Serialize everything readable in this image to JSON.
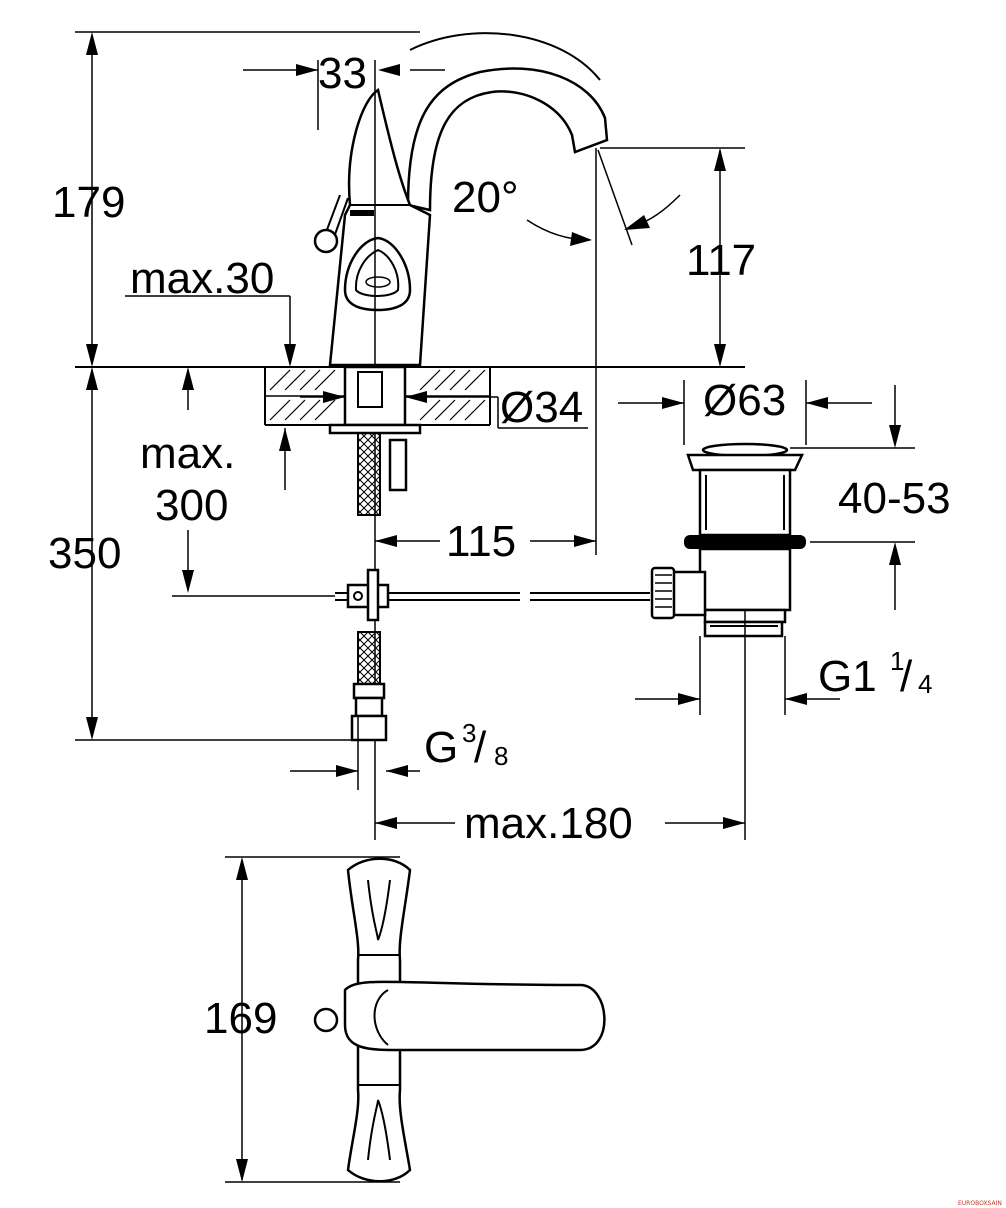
{
  "drawing": {
    "top_view": {
      "dim_179": "179",
      "dim_33": "33",
      "dim_20deg": "20°",
      "dim_117": "117",
      "dim_max30": "max.30"
    },
    "section": {
      "dim_max_line1": "max.",
      "dim_max_line2": "300",
      "dim_dia34": "Ø34",
      "dim_dia63": "Ø63",
      "dim_40_53": "40-53",
      "dim_350": "350",
      "dim_115": "115",
      "dim_g114_base": "G1",
      "dim_g114_num": "1",
      "dim_g114_den": "4",
      "dim_g38_base": "G",
      "dim_g38_num": "3",
      "dim_g38_den": "8",
      "dim_max180": "max.180"
    },
    "plan_view": {
      "dim_169": "169"
    },
    "watermark": "EUROBOXSAIN"
  },
  "colors": {
    "line": "#000000",
    "background": "#ffffff",
    "watermark": "#c0392b"
  }
}
